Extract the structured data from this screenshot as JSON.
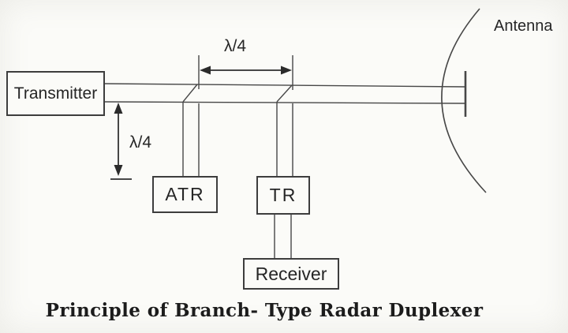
{
  "figure": {
    "caption": "Principle of Branch- Type Radar Duplexer",
    "boxes": {
      "transmitter": "Transmitter",
      "atr": "ATR",
      "tr": "TR",
      "receiver": "Receiver"
    },
    "labels": {
      "antenna": "Antenna",
      "quarter_wave_horizontal": "λ/4",
      "quarter_wave_vertical": "λ/4"
    },
    "colors": {
      "background": "#fbfbf8",
      "line": "#474747",
      "text": "#262626"
    }
  }
}
